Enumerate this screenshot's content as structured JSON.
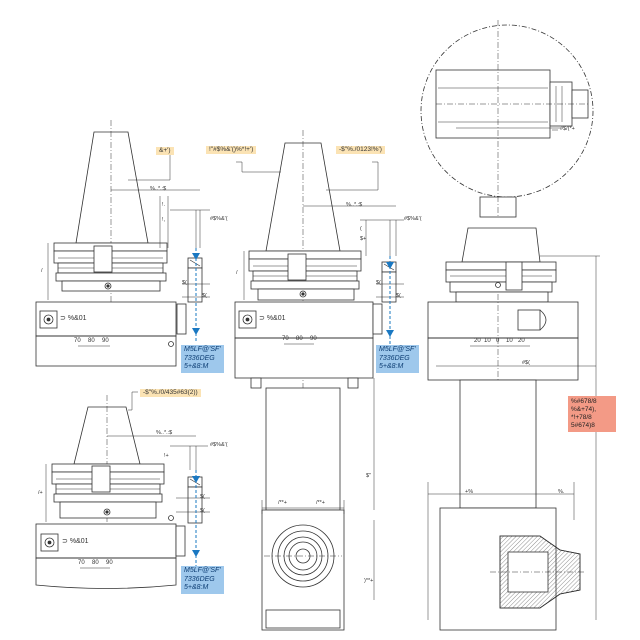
{
  "callouts": {
    "top_left": "&+')",
    "top_middle": "!\"#$%&'()%*!+')",
    "top_right": "-$\"%./0123!%')",
    "lower_left": "-$\"%./0/435#63(2))",
    "side_red": "%#678/8 %&+74), *!+78/8 5#674)8"
  },
  "labels": {
    "view1": {
      "wrench": "%&01",
      "blue": [
        "M5LF@'SF'",
        "7336DEG",
        "5+&8:M"
      ],
      "dim_top": "%..*.:$",
      "dim_r1": "#$%&'(",
      "dim_r2": "$(",
      "dim_r3": "$(",
      "dim_l1": "!.",
      "dim_l2": "!,",
      "dim_left": "/",
      "scale": [
        "70",
        "80",
        "90"
      ]
    },
    "view2": {
      "wrench": "%&01",
      "blue": [
        "M5LF@'SF'",
        "7336DEG",
        "5+&8:M"
      ],
      "dim_top": "%..*.:$",
      "dim_r1": "#$%&'(",
      "dim_r2": "$(",
      "dim_r3": "$(",
      "dim_l1": "$+",
      "dim_l2": "(",
      "dim_left": "/",
      "dim_shaft": "$\"",
      "dim_w1": "/**+",
      "dim_w2": "/**+",
      "dim_bottom": ")**+",
      "scale": [
        "70",
        "80",
        "90"
      ]
    },
    "view3": {
      "wrench": "%&01",
      "blue": [
        "M5LF@'SF'",
        "7336DEG",
        "5+&8:M"
      ],
      "dim_top": "%..*.:$",
      "dim_r1": "#$%&'(",
      "dim_r2": "$(",
      "dim_r3": "$(",
      "dim_l1": "!+",
      "dim_left": "/+",
      "scale": [
        "70",
        "80",
        "90"
      ]
    },
    "view4": {
      "detail": "#$/(*+",
      "dim_width": "#$(",
      "dim_low1": "+%",
      "dim_low2": "%.",
      "scale": [
        "20",
        "10",
        "0",
        "10",
        "20"
      ]
    }
  }
}
